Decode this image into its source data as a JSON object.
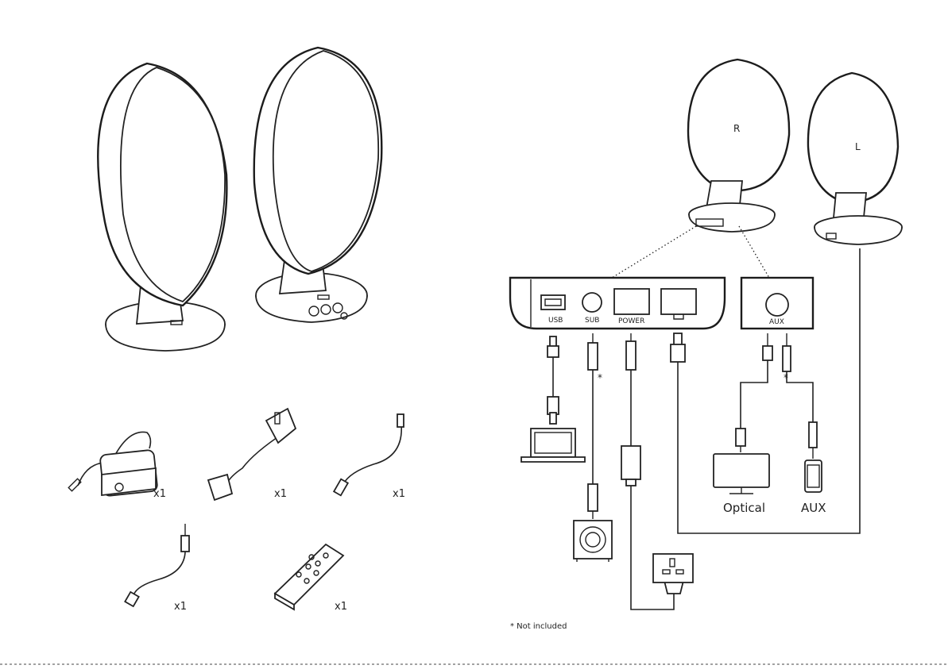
{
  "speakers": {
    "right_label": "R",
    "left_label": "L"
  },
  "ports": {
    "usb": "USB",
    "sub": "SUB",
    "power": "POWER",
    "aux": "AUX"
  },
  "destinations": {
    "optical": "Optical",
    "aux": "AUX"
  },
  "accessories": [
    {
      "name": "power-adapter",
      "quantity": "x1"
    },
    {
      "name": "mains-cable",
      "quantity": "x1"
    },
    {
      "name": "usb-cable",
      "quantity": "x1"
    },
    {
      "name": "speaker-cable",
      "quantity": "x1"
    },
    {
      "name": "remote-control",
      "quantity": "x1"
    }
  ],
  "markers": {
    "asterisk": "*"
  },
  "footnote": "* Not included",
  "colors": {
    "line": "#222222",
    "background": "#ffffff"
  }
}
